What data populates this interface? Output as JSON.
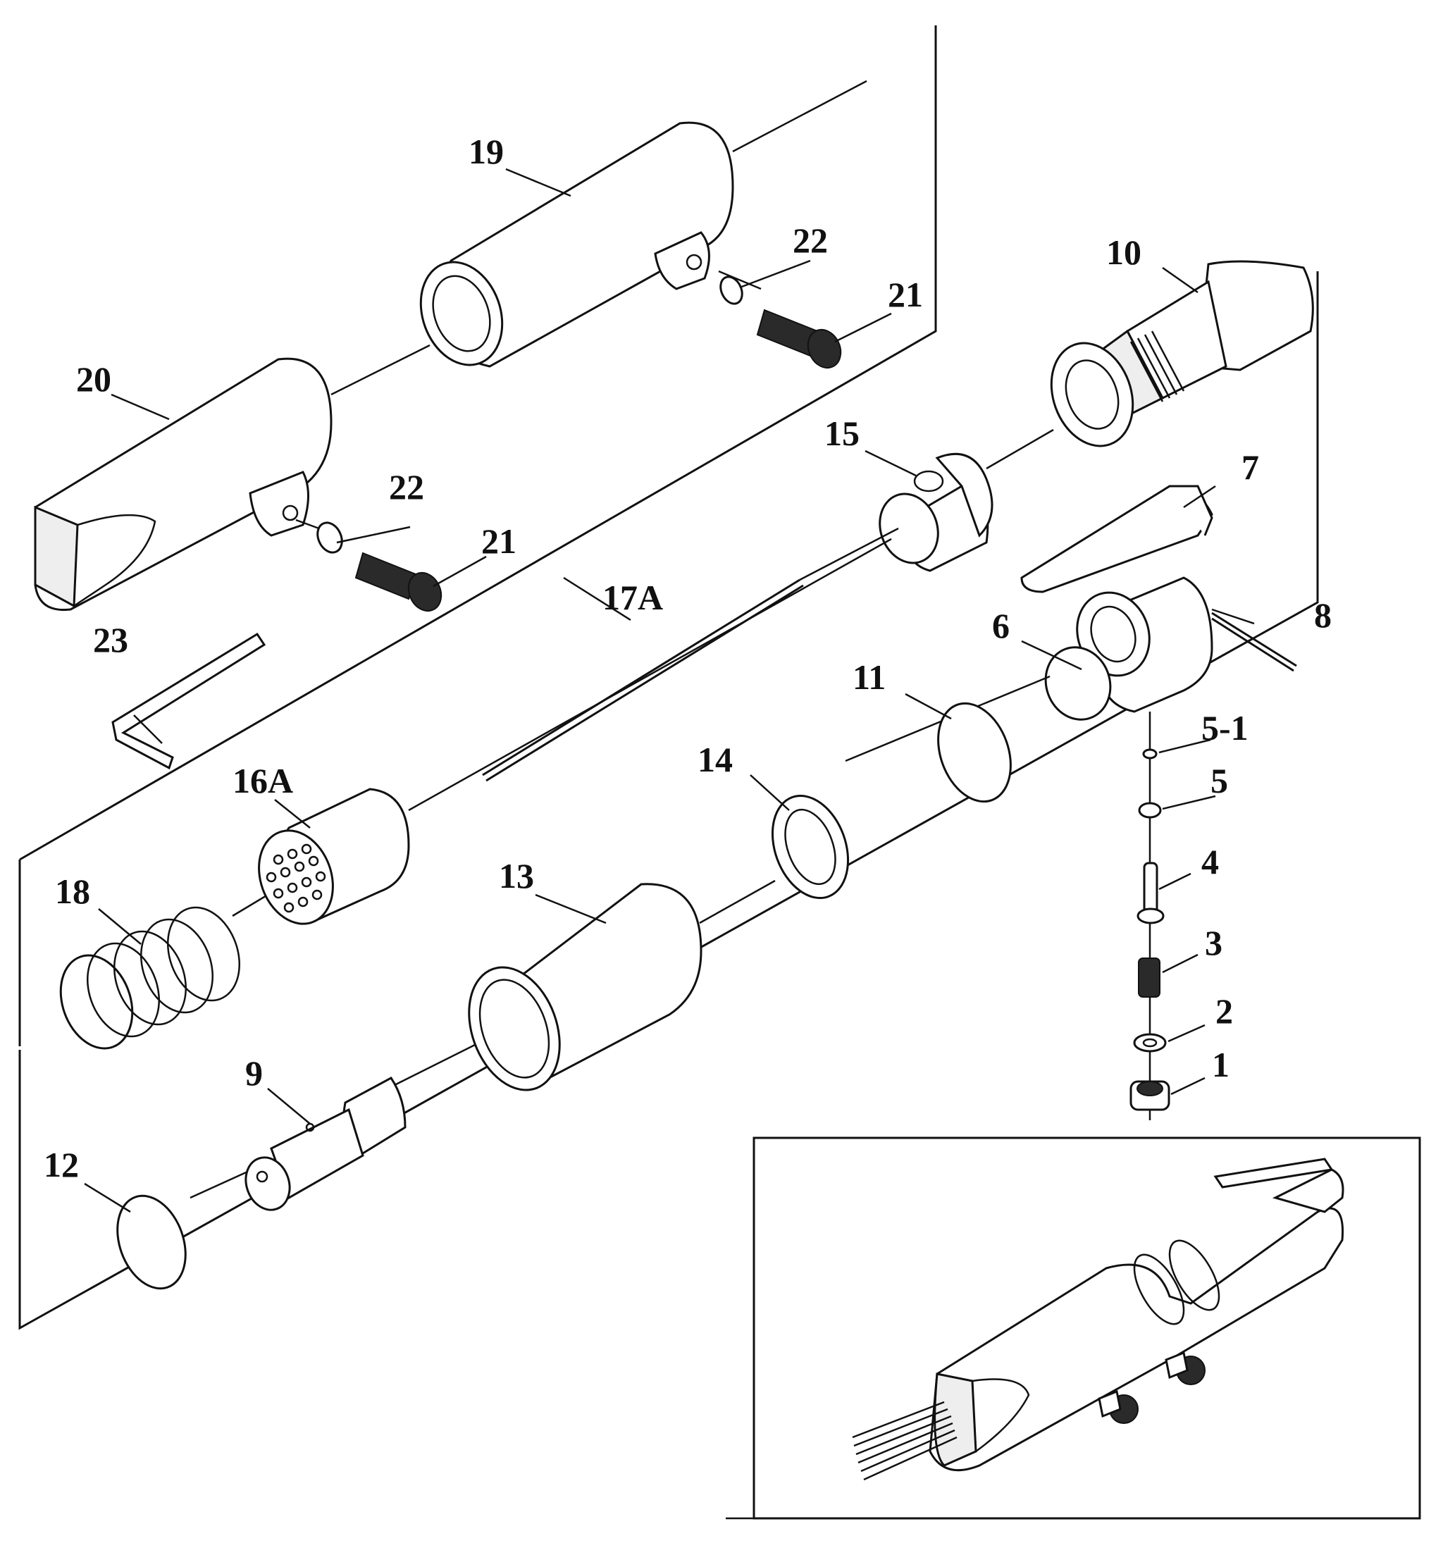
{
  "diagram": {
    "type": "exploded parts diagram",
    "callouts": {
      "p1": "1",
      "p2": "2",
      "p3": "3",
      "p4": "4",
      "p5": "5",
      "p5_1": "5-1",
      "p6": "6",
      "p7": "7",
      "p8": "8",
      "p9": "9",
      "p10": "10",
      "p11": "11",
      "p12": "12",
      "p13": "13",
      "p14": "14",
      "p15": "15",
      "p16a": "16A",
      "p17a": "17A",
      "p18": "18",
      "p19": "19",
      "p20": "20",
      "p21a": "21",
      "p21b": "21",
      "p22a": "22",
      "p22b": "22",
      "p23": "23"
    },
    "inset": {
      "content": "assembled tool view"
    }
  }
}
